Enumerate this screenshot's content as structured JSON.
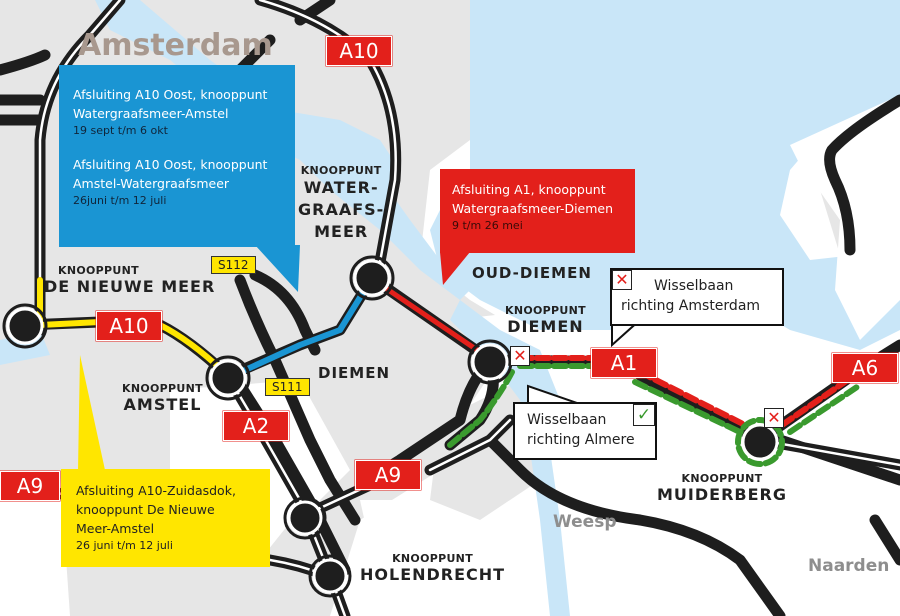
{
  "colors": {
    "water": "#c9e6f8",
    "urban": "#e6e6e6",
    "road": "#1e1e1e",
    "closure_blue": "#1a95d3",
    "closure_red": "#e3201b",
    "closure_yellow": "#ffe600",
    "detour_green": "#3a9a2e",
    "shield_red": "#e3201b",
    "shield_s_yellow": "#ffe500"
  },
  "places": {
    "city": "Amsterdam",
    "diemen": "DIEMEN",
    "oud_diemen": "OUD-DIEMEN",
    "weesp": "Weesp",
    "naarden": "Naarden"
  },
  "junctions": [
    {
      "id": "watergraafsmeer",
      "prefix": "KNOOPPUNT",
      "lines": [
        "WATER-",
        "GRAAFS-",
        "MEER"
      ]
    },
    {
      "id": "de-nieuwe-meer",
      "prefix": "KNOOPPUNT",
      "name": "DE NIEUWE MEER"
    },
    {
      "id": "amstel",
      "prefix": "KNOOPPUNT",
      "name": "AMSTEL"
    },
    {
      "id": "diemen",
      "prefix": "KNOOPPUNT",
      "name": "DIEMEN"
    },
    {
      "id": "muiderberg",
      "prefix": "KNOOPPUNT",
      "name": "MUIDERBERG"
    },
    {
      "id": "holendrecht",
      "prefix": "KNOOPPUNT",
      "name": "HOLENDRECHT"
    }
  ],
  "road_shields": {
    "a10_top": "A10",
    "a10_west": "A10",
    "a2": "A2",
    "a9_west": "A9",
    "a9_east": "A9",
    "a1": "A1",
    "a6": "A6",
    "s112": "S112",
    "s111": "S111"
  },
  "callouts": {
    "blue": {
      "items": [
        {
          "title_line1": "Afsluiting A10 Oost, knooppunt",
          "title_line2": "Watergraafsmeer-Amstel",
          "date": "19 sept t/m 6 okt"
        },
        {
          "title_line1": "Afsluiting A10 Oost, knooppunt",
          "title_line2": "Amstel-Watergraafsmeer",
          "date": "26juni t/m 12 juli"
        }
      ]
    },
    "red": {
      "title_line1": "Afsluiting A1, knooppunt",
      "title_line2": "Watergraafsmeer-Diemen",
      "date": "9 t/m 26 mei"
    },
    "yellow": {
      "title_line1": "Afsluiting A10-Zuidasdok,",
      "title_line2": "knooppunt De Nieuwe",
      "title_line3": "Meer-Amstel",
      "date": "26 juni t/m 12 juli"
    }
  },
  "wisselbaan": {
    "amsterdam": {
      "line1": "Wisselbaan",
      "line2": "richting Amsterdam",
      "icon": "✕",
      "status": "closed"
    },
    "almere": {
      "line1": "Wisselbaan",
      "line2": "richting Almere",
      "icon": "✓",
      "status": "open"
    }
  },
  "markers": {
    "closed_icon": "✕"
  }
}
